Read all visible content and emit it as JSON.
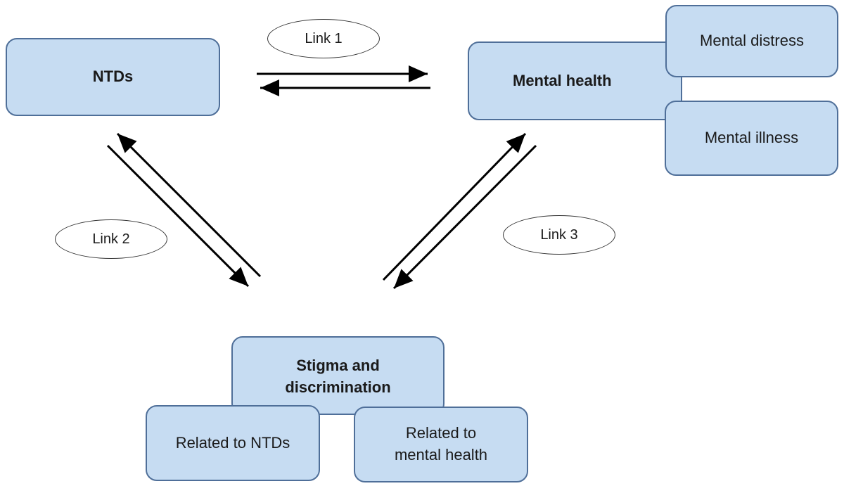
{
  "nodes": {
    "ntds": "NTDs",
    "mental_health": "Mental health",
    "mental_distress": "Mental distress",
    "mental_illness": "Mental illness",
    "stigma": "Stigma and discrimination",
    "related_ntds": "Related to NTDs",
    "related_mental_health": "Related to mental health"
  },
  "links": {
    "link1": "Link 1",
    "link2": "Link 2",
    "link3": "Link 3"
  },
  "colors": {
    "box_fill": "#c6dcf2",
    "box_border": "#4f6f99",
    "arrow": "#000000"
  }
}
